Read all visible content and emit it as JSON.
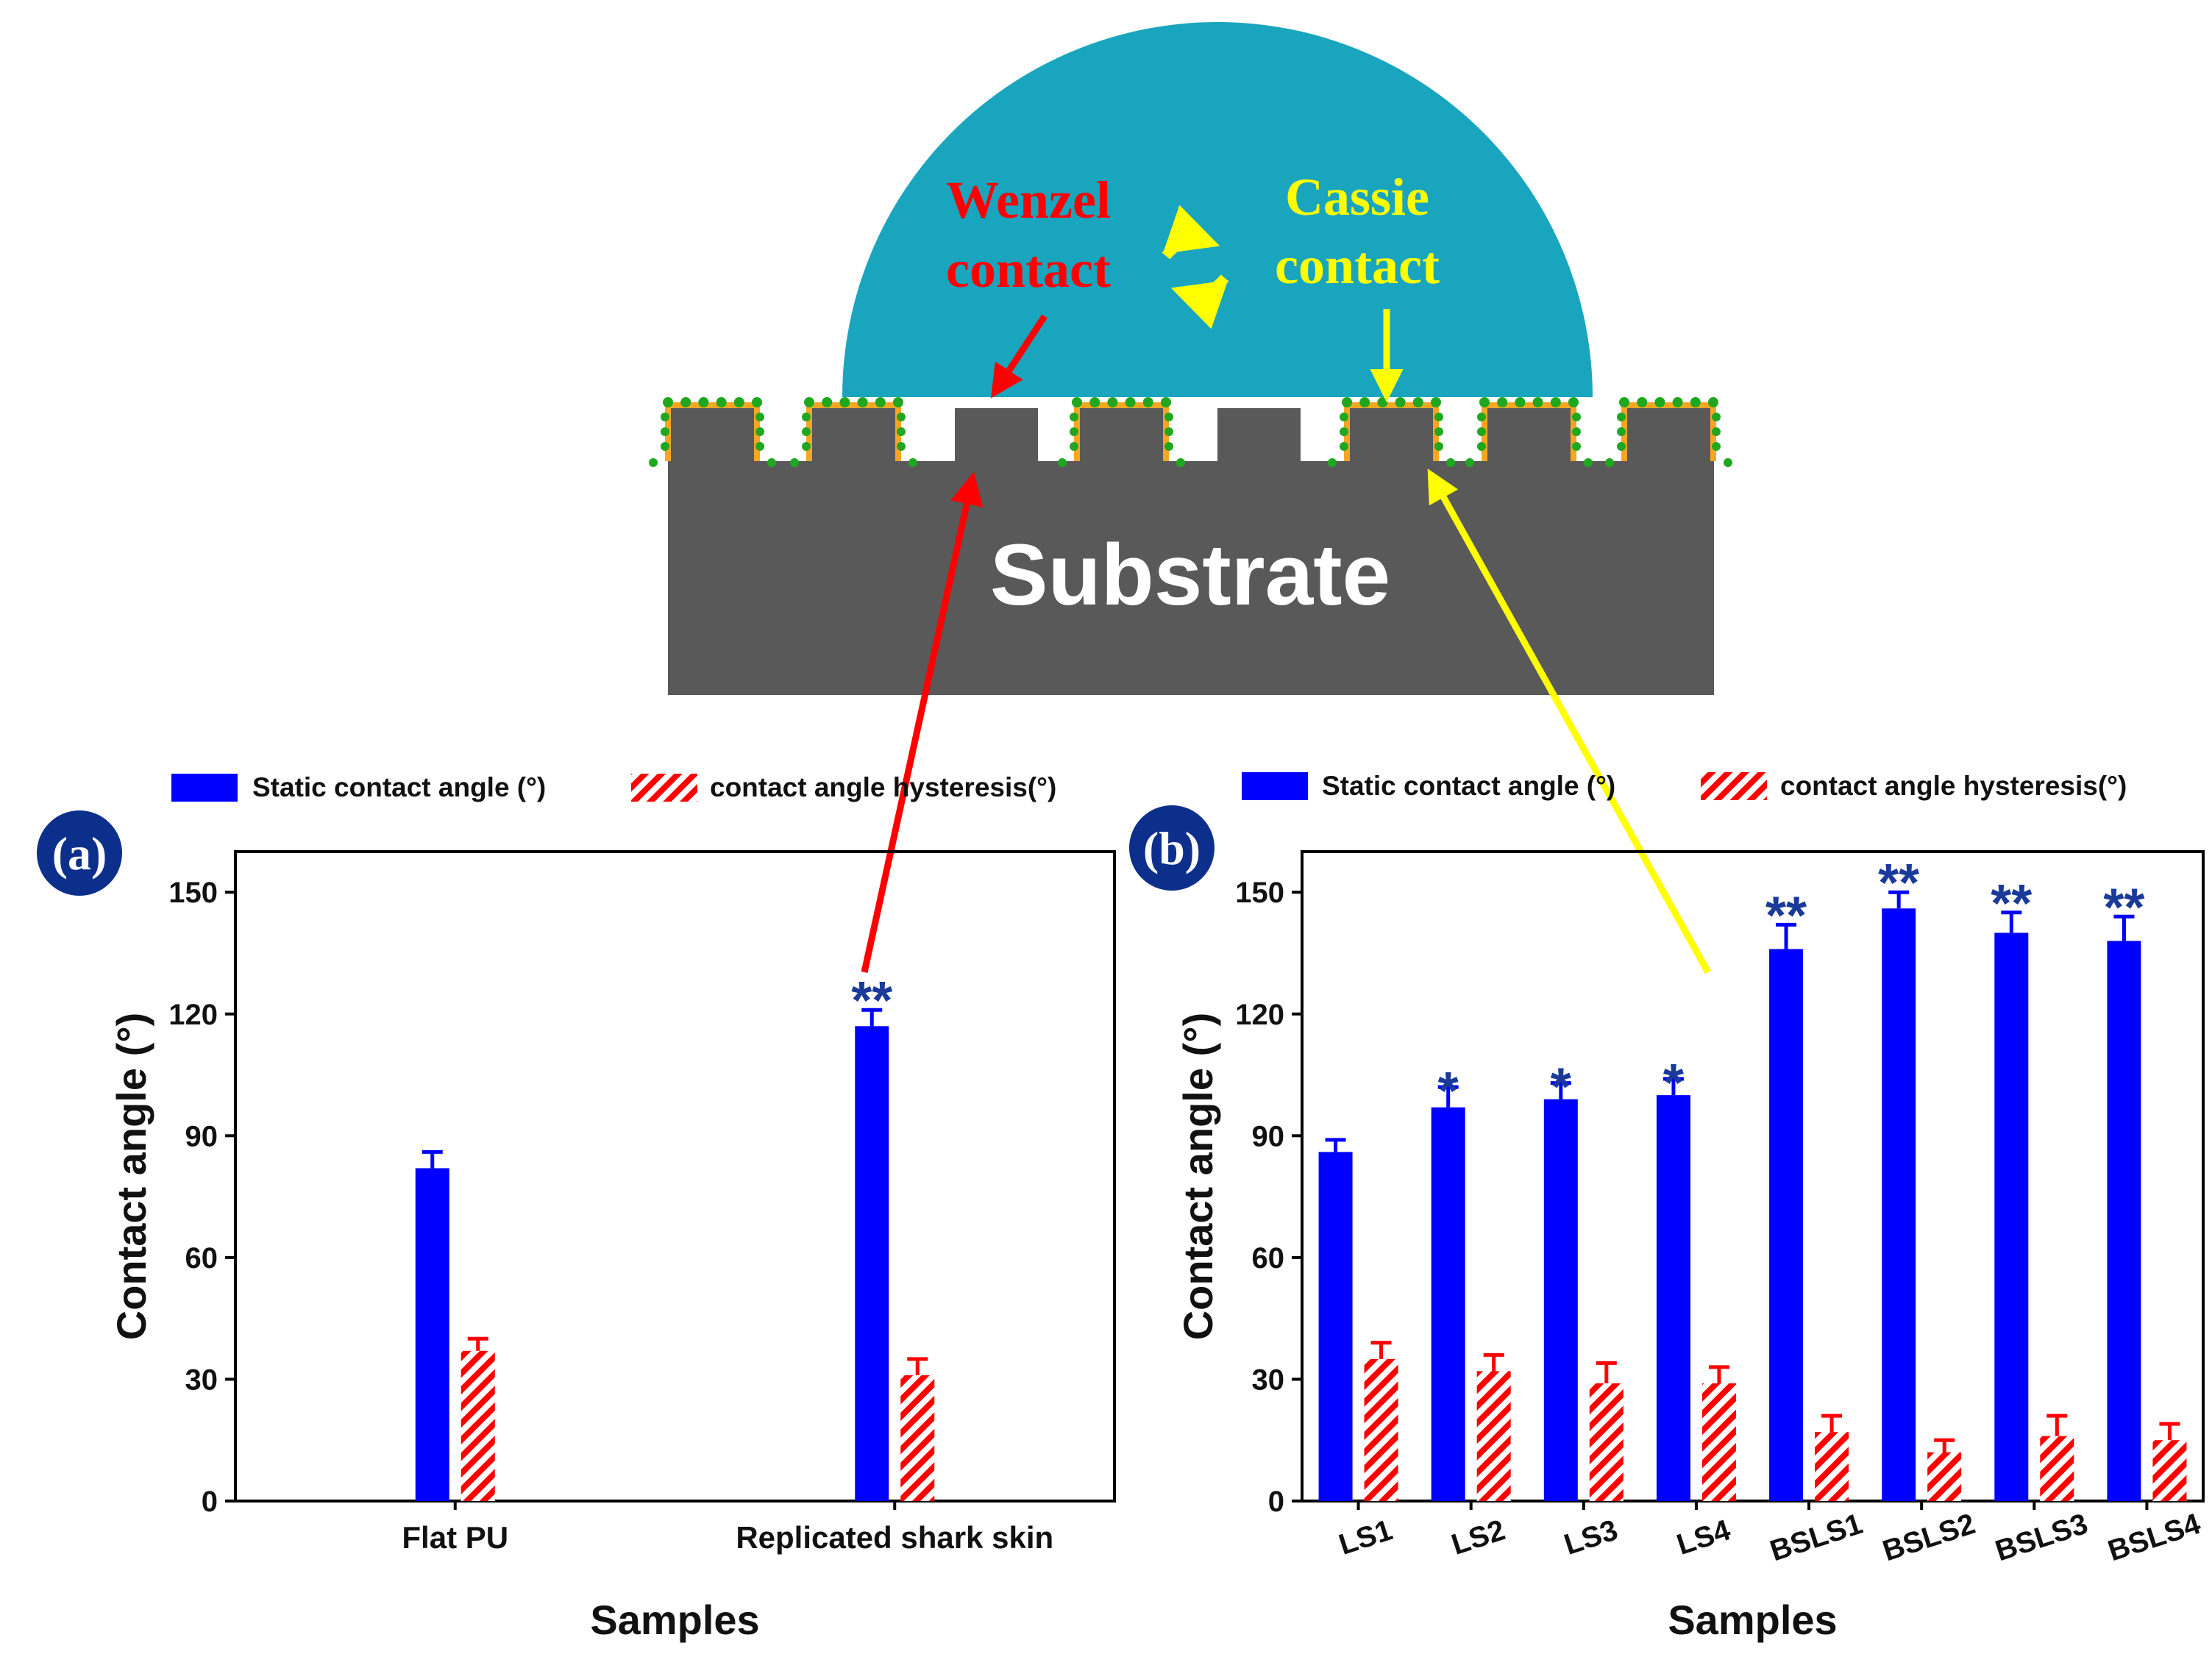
{
  "diagram": {
    "substrate_label": "Substrate",
    "wenzel_label": [
      "Wenzel",
      "contact"
    ],
    "cassie_label": [
      "Cassie",
      "contact"
    ],
    "colors": {
      "droplet": "#1aa5bf",
      "substrate": "#595959",
      "coating": "#f5a623",
      "particles": "#1fa81f",
      "wenzel": "#ff0000",
      "cassie": "#ffff00"
    }
  },
  "legend": {
    "static_label": "Static contact angle  (°)",
    "hysteresis_label": "contact angle hysteresis(°)"
  },
  "colors": {
    "static": "#0000ff",
    "hysteresis": "#ff0000",
    "badge": "#0d2f8c",
    "significance": "#1a3a9a"
  },
  "chart_data": [
    {
      "type": "bar",
      "panel_label": "(a)",
      "xlabel": "Samples",
      "ylabel": "Contact angle (°)",
      "ylim": [
        0,
        160
      ],
      "yticks": [
        0,
        30,
        60,
        90,
        120,
        150
      ],
      "categories": [
        "Flat PU",
        "Replicated shark skin"
      ],
      "series": [
        {
          "name": "Static contact angle  (°)",
          "values": [
            82,
            117
          ],
          "errors": [
            4,
            4
          ]
        },
        {
          "name": "contact angle hysteresis(°)",
          "values": [
            37,
            31
          ],
          "errors": [
            3,
            4
          ]
        }
      ],
      "significance": [
        "",
        "**"
      ]
    },
    {
      "type": "bar",
      "panel_label": "(b)",
      "xlabel": "Samples",
      "ylabel": "Contact angle (°)",
      "ylim": [
        0,
        160
      ],
      "yticks": [
        0,
        30,
        60,
        90,
        120,
        150
      ],
      "categories": [
        "LS1",
        "LS2",
        "LS3",
        "LS4",
        "BSLS1",
        "BSLS2",
        "BSLS3",
        "BSLS4"
      ],
      "series": [
        {
          "name": "Static contact angle  (°)",
          "values": [
            86,
            97,
            99,
            100,
            136,
            146,
            140,
            138
          ],
          "errors": [
            3,
            5,
            4,
            4,
            6,
            4,
            5,
            6
          ]
        },
        {
          "name": "contact angle hysteresis(°)",
          "values": [
            35,
            32,
            29,
            29,
            17,
            12,
            16,
            15
          ],
          "errors": [
            4,
            4,
            5,
            4,
            4,
            3,
            5,
            4
          ]
        }
      ],
      "significance": [
        "",
        "*",
        "*",
        "*",
        "**",
        "**",
        "**",
        "**"
      ]
    }
  ]
}
